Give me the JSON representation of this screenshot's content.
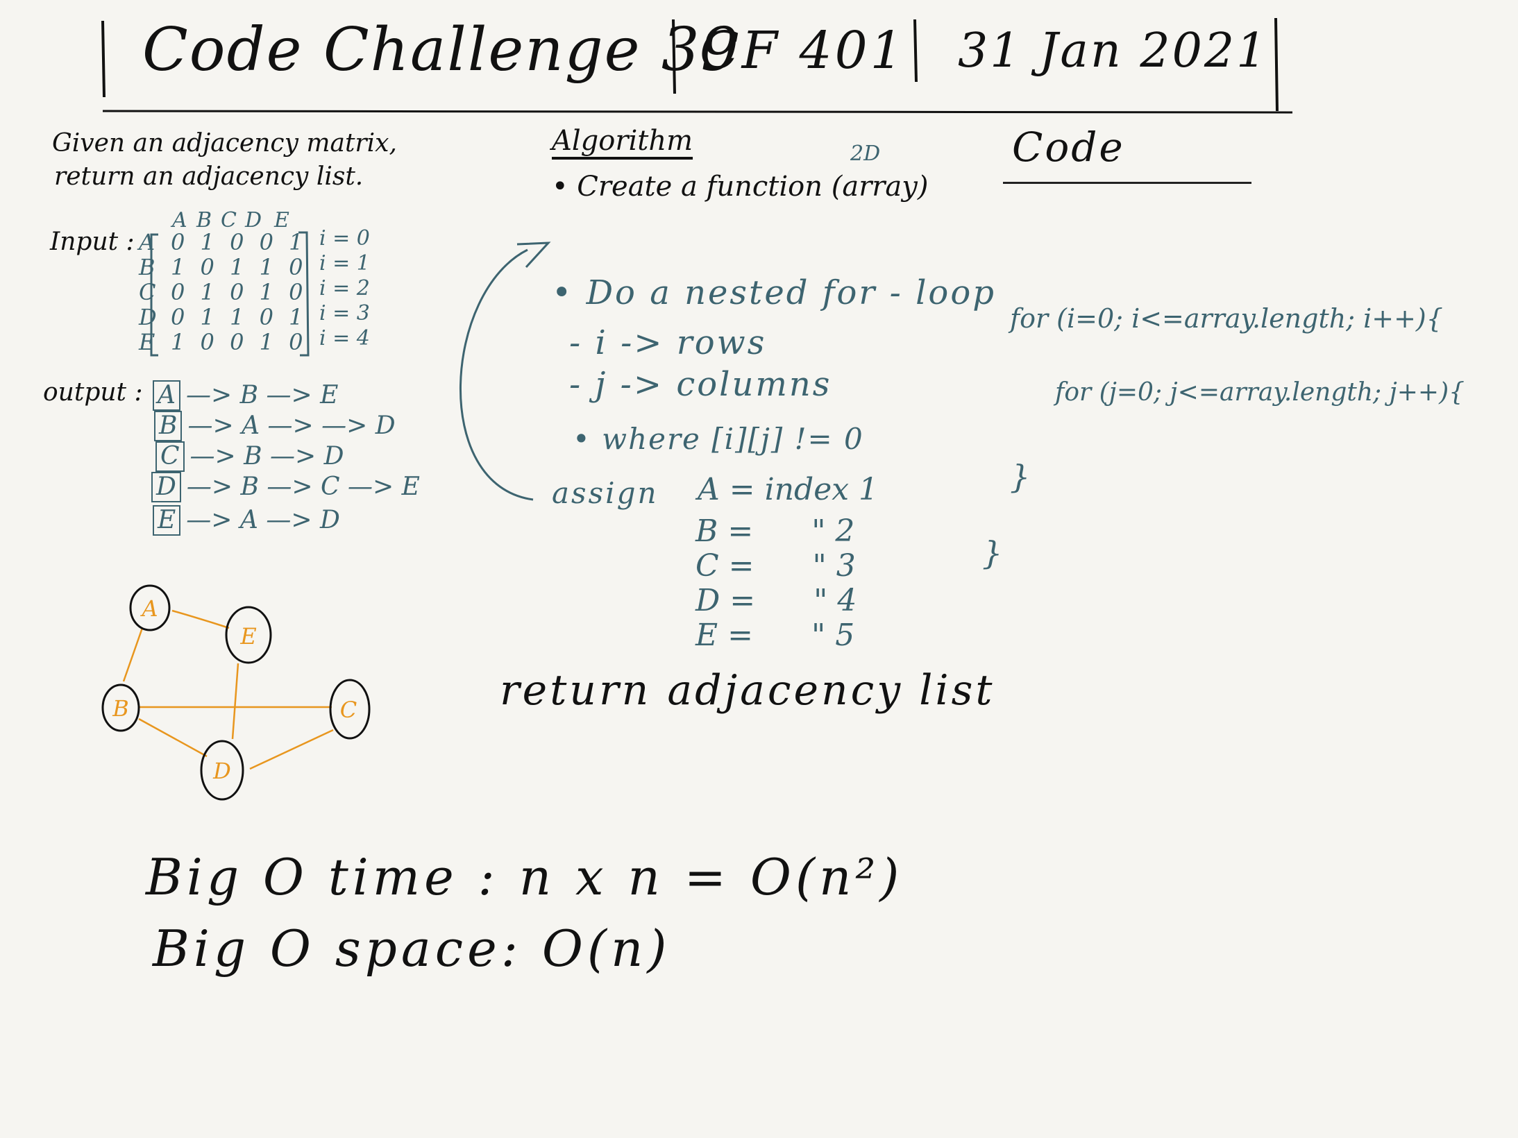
{
  "header": {
    "title": "Code Challenge 39",
    "course": "CF 401",
    "date": "31 Jan 2021"
  },
  "problem": {
    "line1": "Given an adjacency matrix,",
    "line2": "return an adjacency list."
  },
  "input": {
    "label": "Input :",
    "columns": [
      "A",
      "B",
      "C",
      "D",
      "E"
    ],
    "rows": [
      {
        "label": "A",
        "values": "0 1 0 0 1",
        "index": "i = 0"
      },
      {
        "label": "B",
        "values": "1 0 1 1 0",
        "index": "i = 1"
      },
      {
        "label": "C",
        "values": "0 1 0 1 0",
        "index": "i = 2"
      },
      {
        "label": "D",
        "values": "0 1 1 0 1",
        "index": "i = 3"
      },
      {
        "label": "E",
        "values": "1 0 0 1 0",
        "index": "i = 4"
      }
    ]
  },
  "output": {
    "label": "output :",
    "rows": [
      {
        "node": "A",
        "edges": "—> B —> E"
      },
      {
        "node": "B",
        "edges": "—> A —> —> D"
      },
      {
        "node": "C",
        "edges": "—> B —> D"
      },
      {
        "node": "D",
        "edges": "—> B —> C —> E"
      },
      {
        "node": "E",
        "edges": "—> A —> D"
      }
    ]
  },
  "graph": {
    "nodes": [
      "A",
      "E",
      "B",
      "C",
      "D"
    ],
    "color": "#e8961e"
  },
  "algorithm": {
    "title": "Algorithm",
    "create": "•  Create  a  function (array)",
    "note_2d": "2D",
    "loop": "•  Do  a  nested  for - loop",
    "rows": "- i  ->  rows",
    "cols": "- j  ->  columns",
    "where": "•  where [i][j] != 0",
    "assign": "assign",
    "assignments": [
      {
        "lhs": "A =",
        "rhs": "index  1"
      },
      {
        "lhs": "B =",
        "rhs": "\"       2"
      },
      {
        "lhs": "C =",
        "rhs": "\"       3"
      },
      {
        "lhs": "D =",
        "rhs": "\"       4"
      },
      {
        "lhs": "E =",
        "rhs": "\"       5"
      }
    ],
    "return_line": "return  adjacency   list"
  },
  "code": {
    "title": "Code",
    "outer_loop": "for (i=0; i<=array.length; i++){",
    "inner_loop": "for (j=0; j<=array.length; j++){",
    "close_outer": "}",
    "close_inner": "}"
  },
  "big_o": {
    "time": "Big  O  time :  n x n  =  O(n²)",
    "space": "Big  O  space:  O(n)"
  },
  "colors": {
    "ink": "#111111",
    "teal": "#3d6470",
    "orange": "#e8961e",
    "paper": "#f6f5f1"
  }
}
